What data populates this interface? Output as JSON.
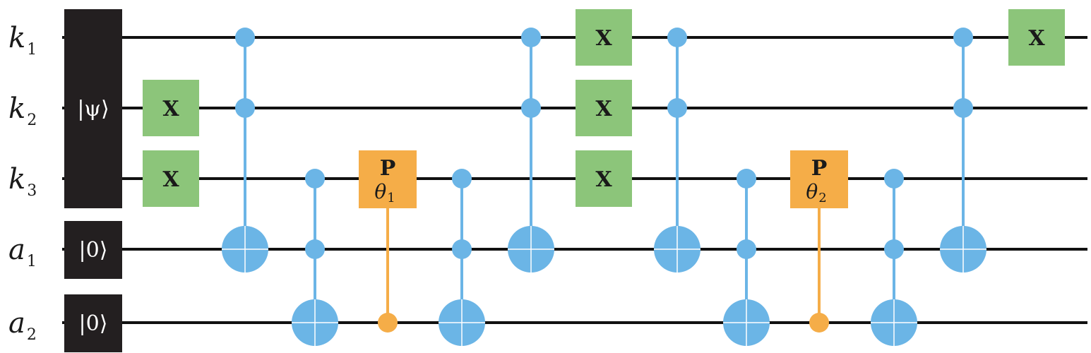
{
  "colors": {
    "wire": "#111111",
    "init_block": "#231f20",
    "x_gate": "#8cc57a",
    "p_gate": "#f5ad48",
    "control_blue": "#6bb5e6",
    "control_orange": "#f5ad48"
  },
  "wires": [
    {
      "id": "k1",
      "base": "k",
      "sub": "1"
    },
    {
      "id": "k2",
      "base": "k",
      "sub": "2"
    },
    {
      "id": "k3",
      "base": "k",
      "sub": "3"
    },
    {
      "id": "a1",
      "base": "a",
      "sub": "1"
    },
    {
      "id": "a2",
      "base": "a",
      "sub": "2"
    }
  ],
  "init_states": [
    {
      "label": "|ψ⟩",
      "wires": [
        0,
        1,
        2
      ]
    },
    {
      "label": "|0⟩",
      "wires": [
        3
      ]
    },
    {
      "label": "|0⟩",
      "wires": [
        4
      ]
    }
  ],
  "gates": [
    {
      "type": "x",
      "label": "X",
      "wire": 1,
      "step": 0
    },
    {
      "type": "x",
      "label": "X",
      "wire": 2,
      "step": 0
    },
    {
      "type": "cx",
      "controls": [
        0,
        1
      ],
      "target": 3,
      "step": 1
    },
    {
      "type": "cx",
      "controls": [
        2,
        3
      ],
      "target": 4,
      "step": 2
    },
    {
      "type": "cp",
      "label": "P",
      "param": "θ",
      "param_sub": "1",
      "wire": 2,
      "control": 4,
      "step": 3
    },
    {
      "type": "cx",
      "controls": [
        2,
        3
      ],
      "target": 4,
      "step": 4
    },
    {
      "type": "cx",
      "controls": [
        0,
        1
      ],
      "target": 3,
      "step": 5
    },
    {
      "type": "x",
      "label": "X",
      "wire": 0,
      "step": 6
    },
    {
      "type": "x",
      "label": "X",
      "wire": 1,
      "step": 6
    },
    {
      "type": "x",
      "label": "X",
      "wire": 2,
      "step": 6
    },
    {
      "type": "cx",
      "controls": [
        0,
        1
      ],
      "target": 3,
      "step": 7
    },
    {
      "type": "cx",
      "controls": [
        2,
        3
      ],
      "target": 4,
      "step": 8
    },
    {
      "type": "cp",
      "label": "P",
      "param": "θ",
      "param_sub": "2",
      "wire": 2,
      "control": 4,
      "step": 9
    },
    {
      "type": "cx",
      "controls": [
        2,
        3
      ],
      "target": 4,
      "step": 10
    },
    {
      "type": "cx",
      "controls": [
        0,
        1
      ],
      "target": 3,
      "step": 11
    },
    {
      "type": "x",
      "label": "X",
      "wire": 0,
      "step": 12
    }
  ]
}
